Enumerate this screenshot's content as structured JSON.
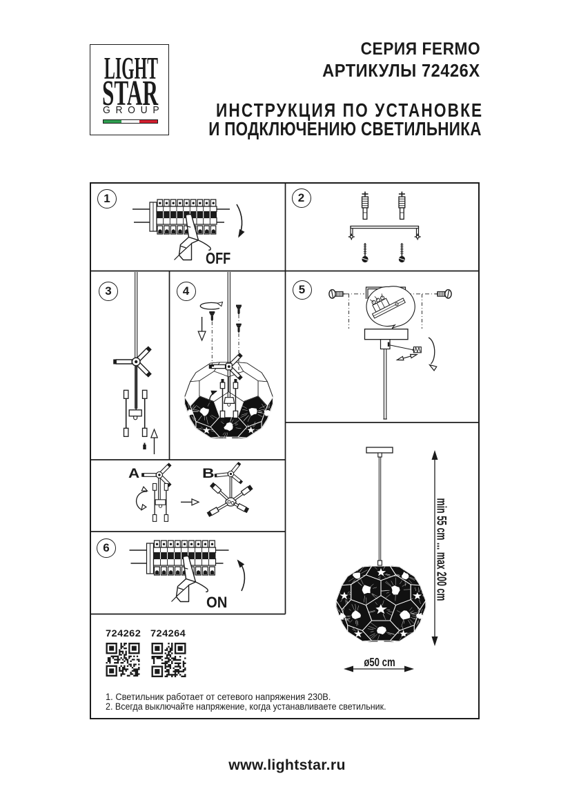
{
  "page": {
    "background": "#ffffff",
    "ink_color": "#1b1b1b"
  },
  "brand": {
    "logo_line1": "LIGHT",
    "logo_line2": "STAR",
    "logo_line3": "GROUP",
    "flag_green": "#2f9e50",
    "flag_white": "#ffffff",
    "flag_red": "#d22030"
  },
  "header": {
    "series": "СЕРИЯ FERMO",
    "articles": "АРТИКУЛЫ 72426X",
    "title_line1": "ИНСТРУКЦИЯ ПО УСТАНОВКЕ",
    "title_line2": "И ПОДКЛЮЧЕНИЮ СВЕТИЛЬНИКА"
  },
  "steps": {
    "step1": {
      "number": "1",
      "caption": "OFF"
    },
    "step2": {
      "number": "2"
    },
    "step3": {
      "number": "3"
    },
    "step4": {
      "number": "4"
    },
    "step5": {
      "number": "5"
    },
    "step6": {
      "number": "6",
      "caption": "ON"
    },
    "variant_a": "A",
    "variant_b": "B"
  },
  "product_codes": {
    "code1": "724262",
    "code2": "724264"
  },
  "dimensions": {
    "suspension_range": "min 55 cm ... max 200 cm",
    "shade_diameter": "ø50 cm"
  },
  "notes": {
    "note1": "1. Светильник работает от сетевого напряжения 230В.",
    "note2": "2. Всегда выключайте напряжение, когда устанавливаете светильник."
  },
  "footer": {
    "website": "www.lightstar.ru"
  }
}
